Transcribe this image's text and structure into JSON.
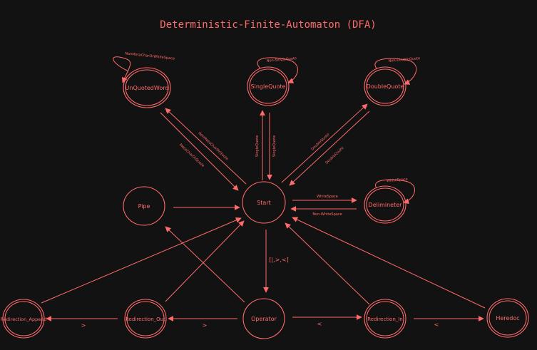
{
  "title": "Deterministic-Finite-Automaton (DFA)",
  "colors": {
    "background": "#121212",
    "stroke": "#ff6b6b"
  },
  "states": {
    "unquoted": "UnQuotedWord",
    "single": "SingleQuote",
    "double": "DoubleQuote",
    "pipe": "Pipe",
    "start": "Start",
    "delim": "Delimineter",
    "append": "Redirection_Append",
    "out": "Redirection_Out",
    "operator": "Operator",
    "in": "Redirection_In",
    "heredoc": "Heredoc"
  },
  "edges": {
    "unquoted_loop": "NonMetaCharOrWhiteSpace",
    "single_loop": "Non-SingleQuote",
    "double_loop": "Non-DoubleQuote",
    "delim_loop": "WhiteSpace",
    "start_to_unquoted": "NonMetaCharOrQuote",
    "unquoted_to_start": "MetaCharOrQuote",
    "single_up": "SingleQuote",
    "single_down": "SingleQuote",
    "double_up": "DoubleQuote",
    "double_down": "DoubleQuote",
    "start_to_delim": "WhiteSpace",
    "delim_to_start": "Non-WhiteSpace",
    "start_to_operator": "[|,>,<]",
    "op_to_out": ">",
    "out_to_append": ">",
    "op_to_in": "<",
    "in_to_heredoc": "<"
  }
}
